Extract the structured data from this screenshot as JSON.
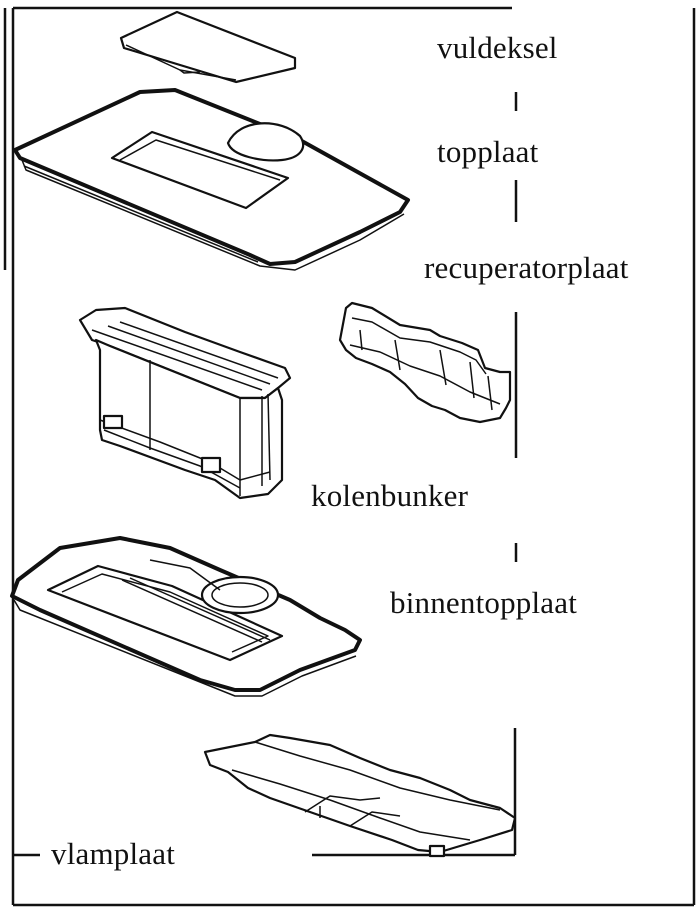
{
  "labels": {
    "vuldeksel": "vuldeksel",
    "topplaat": "topplaat",
    "recuperatorplaat": "recuperatorplaat",
    "kolenbunker": "kolenbunker",
    "binnentopplaat": "binnentopplaat",
    "vlamplaat": "vlamplaat"
  }
}
